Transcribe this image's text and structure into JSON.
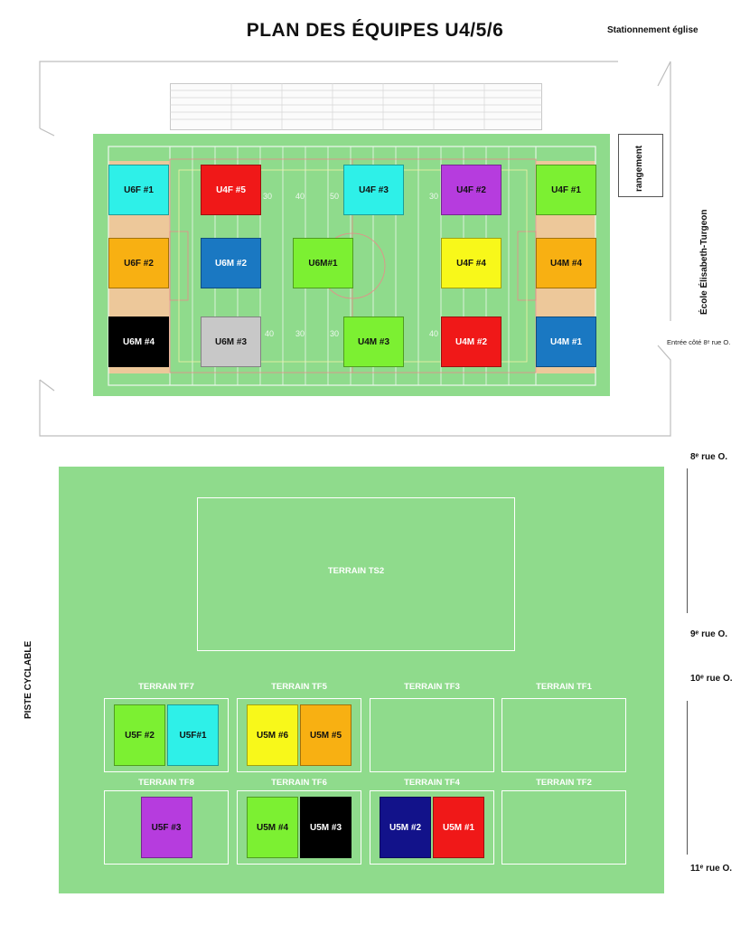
{
  "title": "PLAN DES ÉQUIPES U4/5/6",
  "parking_label": "Stationnement église",
  "storage_label": "rangement",
  "school_label": "École Élisabeth-Turgeon",
  "entry_label": "Entrée côté 8ᵉ rue O.",
  "bike_path_label": "PISTE CYCLABLE",
  "streets": [
    "8ᵉ rue O.",
    "9ᵉ rue O.",
    "10ᵉ rue O.",
    "11ᵉ rue O."
  ],
  "yard_numbers": [
    "30",
    "40",
    "50",
    "40",
    "30",
    "30",
    "40",
    "50",
    "30"
  ],
  "top_field_teams": [
    {
      "label": "U6F #1",
      "color": "#2ef0e8"
    },
    {
      "label": "U4F #5",
      "color": "#f01818"
    },
    {
      "label": "U4F #3",
      "color": "#2ef0e8"
    },
    {
      "label": "U4F #2",
      "color": "#b63cde"
    },
    {
      "label": "U4F #1",
      "color": "#7cf032"
    },
    {
      "label": "U6F #2",
      "color": "#f8b012"
    },
    {
      "label": "U6M #2",
      "color": "#1a78c2"
    },
    {
      "label": "U6M#1",
      "color": "#7cf032"
    },
    {
      "label": "U4F #4",
      "color": "#f8f81a"
    },
    {
      "label": "U4M #4",
      "color": "#f8b012"
    },
    {
      "label": "U6M #4",
      "color": "#000000"
    },
    {
      "label": "U6M #3",
      "color": "#c8c8c8"
    },
    {
      "label": "U4M #3",
      "color": "#7cf032"
    },
    {
      "label": "U4M #2",
      "color": "#f01818"
    },
    {
      "label": "U4M #1",
      "color": "#1a78c2"
    }
  ],
  "ts2_label": "TERRAIN TS2",
  "small_fields": [
    {
      "name": "TERRAIN TF7",
      "teams": [
        {
          "label": "U5F #2",
          "color": "#7cf032"
        },
        {
          "label": "U5F#1",
          "color": "#2ef0e8"
        }
      ]
    },
    {
      "name": "TERRAIN TF5",
      "teams": [
        {
          "label": "U5M #6",
          "color": "#f8f81a"
        },
        {
          "label": "U5M #5",
          "color": "#f8b012"
        }
      ]
    },
    {
      "name": "TERRAIN TF3",
      "teams": []
    },
    {
      "name": "TERRAIN TF1",
      "teams": []
    },
    {
      "name": "TERRAIN TF8",
      "teams": [
        {
          "label": "U5F #3",
          "color": "#b63cde"
        }
      ]
    },
    {
      "name": "TERRAIN TF6",
      "teams": [
        {
          "label": "U5M #4",
          "color": "#7cf032"
        },
        {
          "label": "U5M #3",
          "color": "#000000"
        }
      ]
    },
    {
      "name": "TERRAIN TF4",
      "teams": [
        {
          "label": "U5M #2",
          "color": "#12128a"
        },
        {
          "label": "U5M #1",
          "color": "#f01818"
        }
      ]
    },
    {
      "name": "TERRAIN TF2",
      "teams": []
    }
  ]
}
